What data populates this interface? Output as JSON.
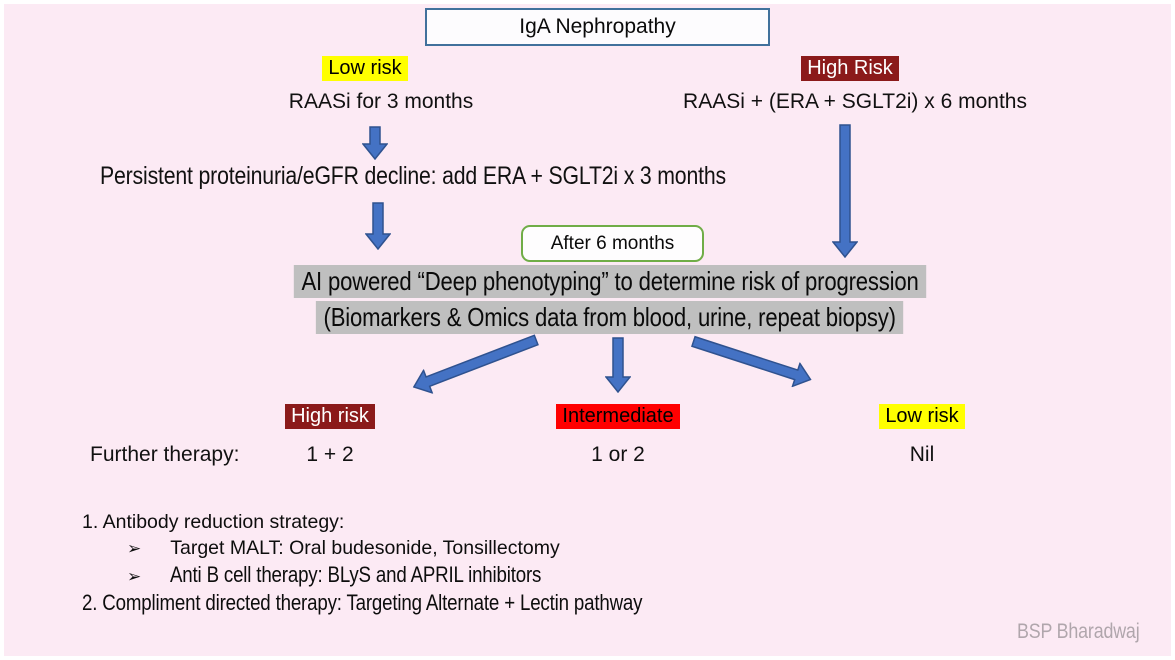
{
  "page": {
    "background_color": "#fceaf4",
    "watermark": "BSP Bharadwaj"
  },
  "title": {
    "text": "IgA Nephropathy",
    "border_color": "#41719c"
  },
  "branches": {
    "low": {
      "label": "Low risk",
      "label_bg": "#ffff00",
      "therapy": "RAASi for 3 months"
    },
    "high": {
      "label": "High Risk",
      "label_bg": "#8b1a1a",
      "therapy": "RAASi + (ERA + SGLT2i) x 6 months"
    }
  },
  "escalation": {
    "text": "Persistent proteinuria/eGFR decline: add ERA + SGLT2i x 3 months"
  },
  "after_box": {
    "text": "After 6 months",
    "border_color": "#70ad47"
  },
  "assessment": {
    "line1": "AI powered “Deep phenotyping” to determine risk of progression",
    "line2": "(Biomarkers & Omics data from blood, urine, repeat biopsy)",
    "highlight_color": "#bfbfbf"
  },
  "arrows": {
    "fill": "#4472c4",
    "outline": "#2f528f",
    "names": [
      "down-arrow-low-branch",
      "down-arrow-to-assessment",
      "down-arrow-high-branch",
      "diagonal-arrow-high-risk",
      "down-arrow-intermediate",
      "diagonal-arrow-low-risk"
    ]
  },
  "outcomes": {
    "further_label": "Further therapy:",
    "items": [
      {
        "label": "High risk",
        "bg": "#8b1a1a",
        "text_color": "#ffffff",
        "therapy": "1 + 2"
      },
      {
        "label": "Intermediate",
        "bg": "#ff0000",
        "text_color": "#000000",
        "therapy": "1 or 2"
      },
      {
        "label": "Low risk",
        "bg": "#ffff00",
        "text_color": "#000000",
        "therapy": "Nil"
      }
    ]
  },
  "footnotes": {
    "bullet_icon": "➢",
    "item1": "1. Antibody reduction strategy:",
    "item1_sub1": "Target MALT: Oral budesonide, Tonsillectomy",
    "item1_sub2": "Anti B cell therapy: BLyS and APRIL inhibitors",
    "item2": "2. Compliment directed therapy: Targeting Alternate + Lectin pathway"
  }
}
